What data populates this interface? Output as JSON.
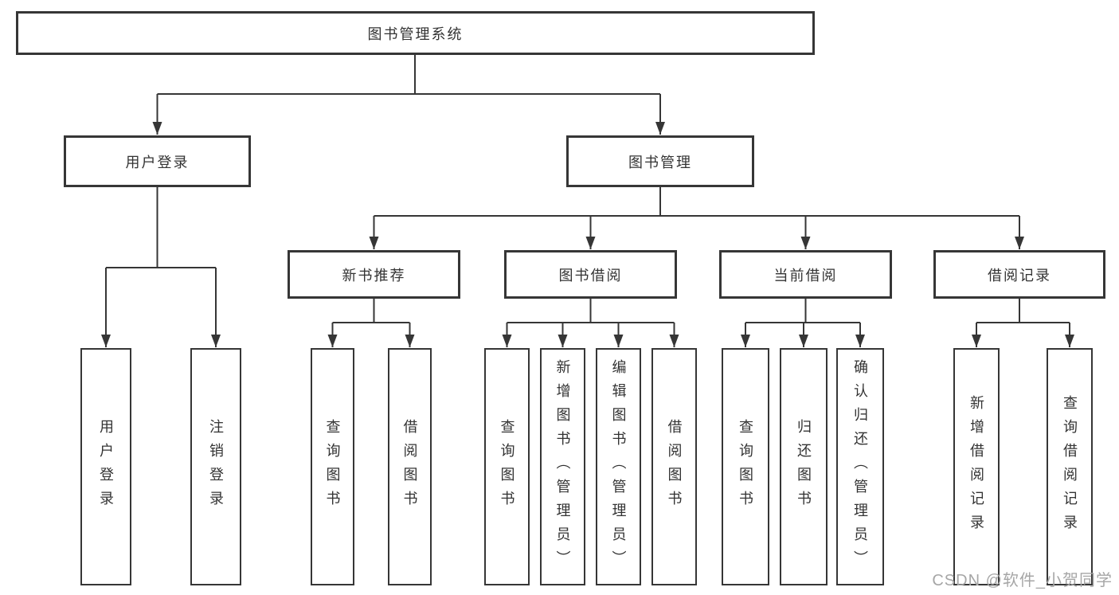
{
  "colors": {
    "line": "#363636",
    "box_border": "#363636",
    "text": "#333333",
    "background": "#ffffff",
    "watermark": "#a6a6a6"
  },
  "watermark": "CSDN @软件_小贺同学",
  "tree": {
    "root": {
      "label": "图书管理系统"
    },
    "branches": [
      {
        "label": "用户登录",
        "children": [
          {
            "label": "用户登录"
          },
          {
            "label": "注销登录"
          }
        ]
      },
      {
        "label": "图书管理",
        "children": [
          {
            "label": "新书推荐",
            "children": [
              {
                "label": "查询图书"
              },
              {
                "label": "借阅图书"
              }
            ]
          },
          {
            "label": "图书借阅",
            "children": [
              {
                "label": "查询图书"
              },
              {
                "label": "新增图书（管理员）"
              },
              {
                "label": "编辑图书（管理员）"
              },
              {
                "label": "借阅图书"
              }
            ]
          },
          {
            "label": "当前借阅",
            "children": [
              {
                "label": "查询图书"
              },
              {
                "label": "归还图书"
              },
              {
                "label": "确认归还（管理员）"
              }
            ]
          },
          {
            "label": "借阅记录",
            "children": [
              {
                "label": "新增借阅记录"
              },
              {
                "label": "查询借阅记录"
              }
            ]
          }
        ]
      }
    ]
  }
}
